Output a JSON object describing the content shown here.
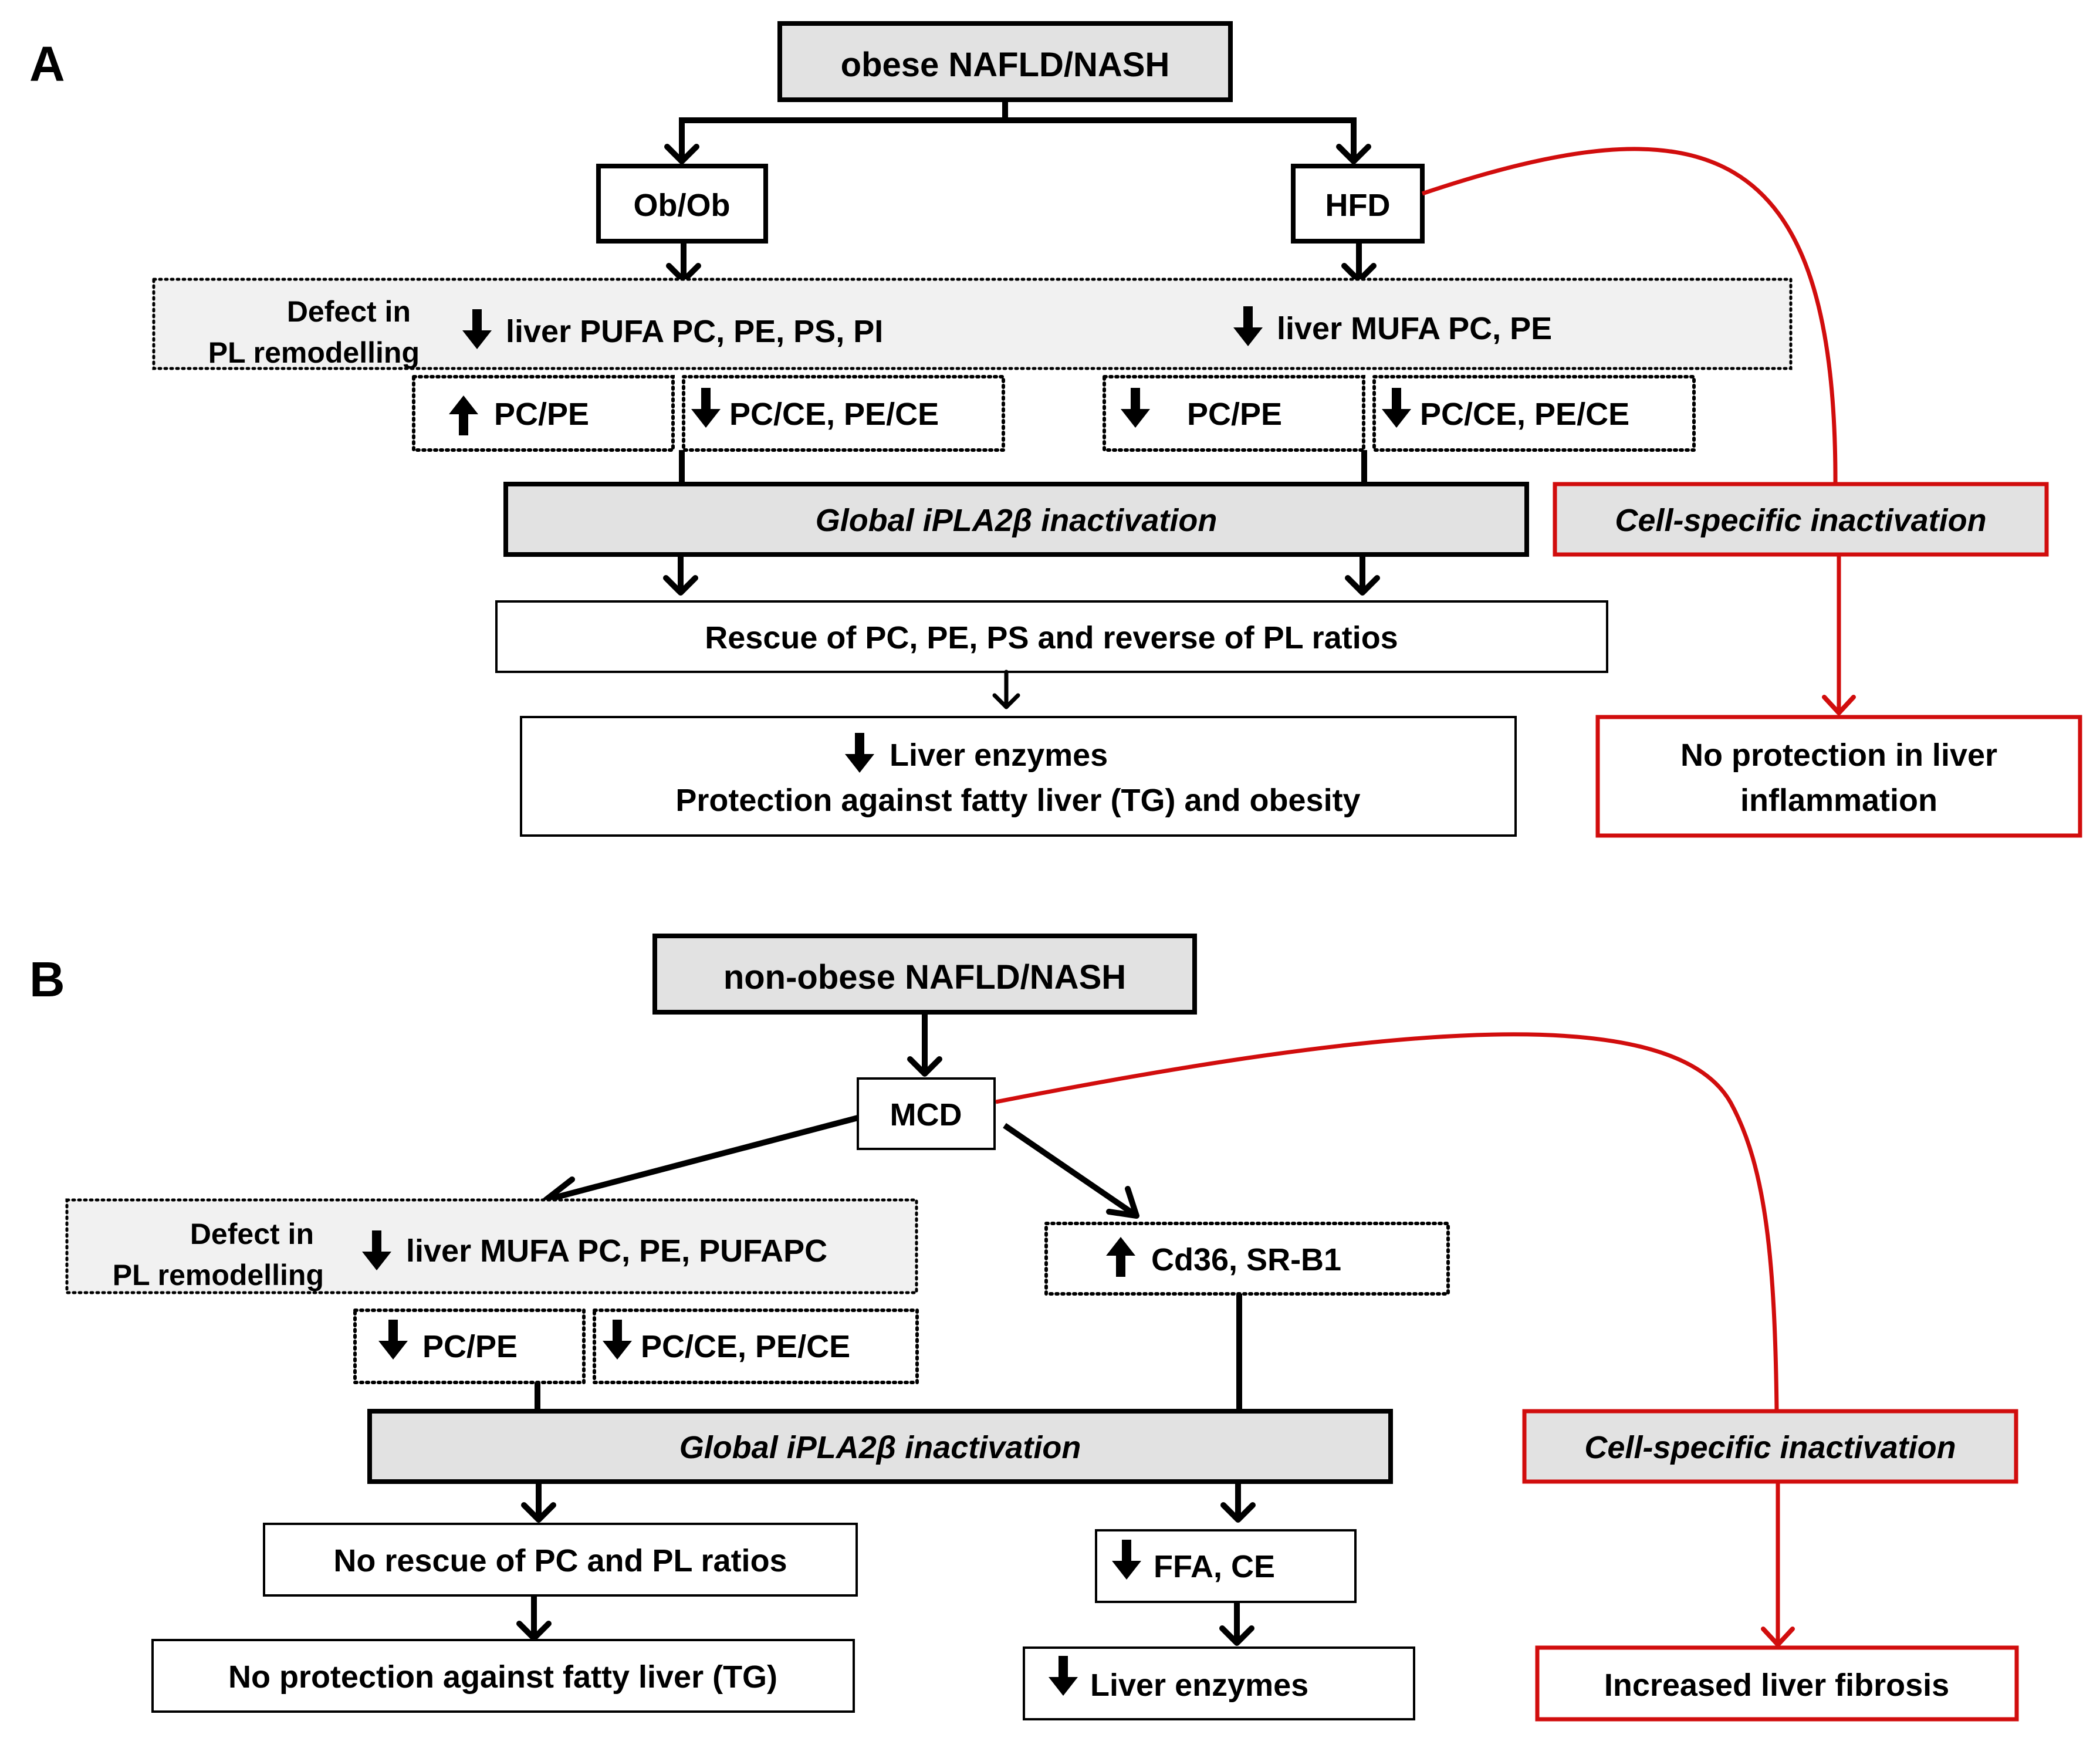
{
  "panel_a": {
    "letter": "A",
    "top": "obese NAFLD/NASH",
    "ob": "Ob/Ob",
    "hfd": "HFD",
    "defect_l1": "Defect in",
    "defect_l2": "PL remodelling",
    "pufa": "liver PUFA PC, PE, PS, PI",
    "mufa": "liver MUFA PC, PE",
    "ob_pcpe": "PC/PE",
    "ob_pcce": "PC/CE, PE/CE",
    "hfd_pcpe": "PC/PE",
    "hfd_pcce": "PC/CE, PE/CE",
    "global": "Global iPLA2β inactivation",
    "cell": "Cell-specific inactivation",
    "rescue": "Rescue of PC, PE, PS and reverse of PL ratios",
    "enz": "Liver enzymes",
    "protect": "Protection against fatty liver (TG) and obesity",
    "noprot_l1": "No protection in liver",
    "noprot_l2": "inflammation"
  },
  "panel_b": {
    "letter": "B",
    "top": "non-obese NAFLD/NASH",
    "mcd": "MCD",
    "defect_l1": "Defect in",
    "defect_l2": "PL remodelling",
    "mufa": "liver MUFA PC, PE, PUFAPC",
    "cd36": "Cd36, SR-B1",
    "pcpe": "PC/PE",
    "pcce": "PC/CE, PE/CE",
    "global": "Global iPLA2β inactivation",
    "cell": "Cell-specific inactivation",
    "norescue": "No rescue of PC and PL ratios",
    "ffa": "FFA, CE",
    "noprot": "No protection against fatty liver (TG)",
    "enz": "Liver enzymes",
    "fibrosis": "Increased liver fibrosis"
  },
  "icons": {
    "up": "up-arrow-icon",
    "down": "down-arrow-icon"
  },
  "colors": {
    "red": "#d10d0d",
    "grey_fill": "#e2e2e2",
    "dotted_fill": "#f1f1f1",
    "black": "#000000"
  }
}
